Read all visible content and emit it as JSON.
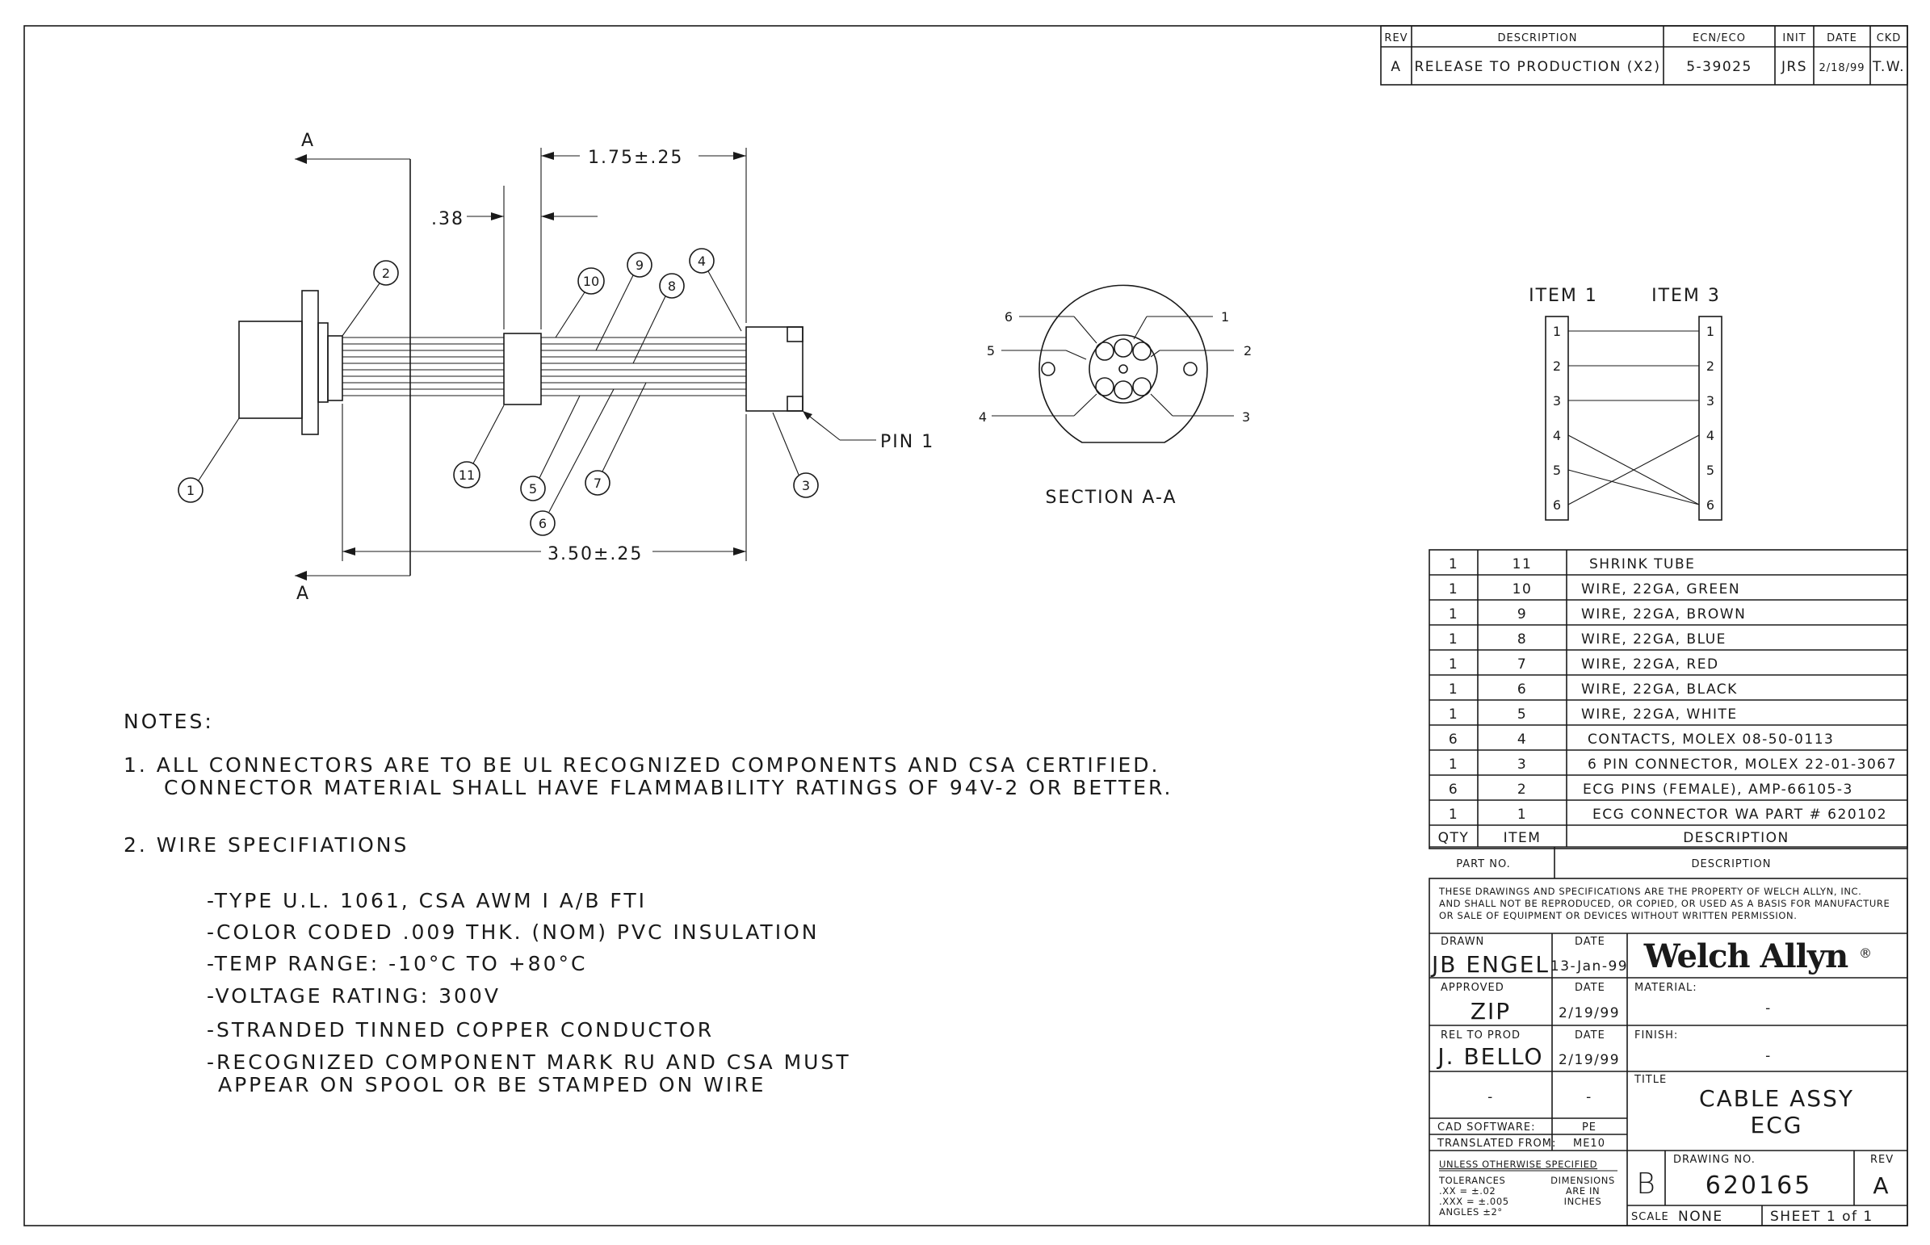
{
  "revision_block": {
    "headers": [
      "REV",
      "DESCRIPTION",
      "ECN/ECO",
      "INIT",
      "DATE",
      "CKD"
    ],
    "row": [
      "A",
      "RELEASE TO PRODUCTION (X2)",
      "5-39025",
      "JRS",
      "2/18/99",
      "T.W."
    ]
  },
  "side_view": {
    "section_marker_top": "A",
    "section_marker_bottom": "A",
    "dim_1": "1.75±.25",
    "dim_2": ".38",
    "dim_3": "3.50±.25",
    "pin_label": "PIN 1",
    "balloons": [
      "1",
      "2",
      "3",
      "4",
      "5",
      "6",
      "7",
      "8",
      "9",
      "10",
      "11"
    ]
  },
  "section_view": {
    "caption": "SECTION A-A",
    "pin_labels": [
      "1",
      "2",
      "3",
      "4",
      "5",
      "6"
    ]
  },
  "wiring": {
    "left_header": "ITEM 1",
    "right_header": "ITEM 3",
    "left_pins": [
      "1",
      "2",
      "3",
      "4",
      "5",
      "6"
    ],
    "right_pins": [
      "1",
      "2",
      "3",
      "4",
      "5",
      "6"
    ]
  },
  "notes": {
    "heading": "NOTES:",
    "note_1_line_1": "1. ALL CONNECTORS ARE TO BE UL RECOGNIZED COMPONENTS AND CSA CERTIFIED.",
    "note_1_line_2": "CONNECTOR MATERIAL SHALL HAVE FLAMMABILITY RATINGS OF 94V-2 OR BETTER.",
    "note_2": "2. WIRE SPECIFIATIONS",
    "specs": [
      "-TYPE U.L. 1061, CSA AWM I A/B FTI",
      "-COLOR CODED .009 THK. (NOM) PVC INSULATION",
      "-TEMP RANGE: -10°C TO +80°C",
      "-VOLTAGE RATING: 300V",
      "-STRANDED TINNED COPPER CONDUCTOR",
      "-RECOGNIZED COMPONENT MARK RU AND CSA MUST",
      "APPEAR ON SPOOL OR BE STAMPED ON WIRE"
    ]
  },
  "bom": {
    "rows": [
      {
        "qty": "1",
        "item": "11",
        "desc": "SHRINK TUBE"
      },
      {
        "qty": "1",
        "item": "10",
        "desc": "WIRE, 22GA, GREEN"
      },
      {
        "qty": "1",
        "item": "9",
        "desc": "WIRE, 22GA, BROWN"
      },
      {
        "qty": "1",
        "item": "8",
        "desc": "WIRE, 22GA, BLUE"
      },
      {
        "qty": "1",
        "item": "7",
        "desc": "WIRE, 22GA, RED"
      },
      {
        "qty": "1",
        "item": "6",
        "desc": "WIRE, 22GA, BLACK"
      },
      {
        "qty": "1",
        "item": "5",
        "desc": "WIRE, 22GA, WHITE"
      },
      {
        "qty": "6",
        "item": "4",
        "desc": "CONTACTS, MOLEX 08-50-0113"
      },
      {
        "qty": "1",
        "item": "3",
        "desc": "6 PIN CONNECTOR, MOLEX 22-01-3067"
      },
      {
        "qty": "6",
        "item": "2",
        "desc": "ECG PINS (FEMALE), AMP-66105-3"
      },
      {
        "qty": "1",
        "item": "1",
        "desc": "ECG CONNECTOR WA PART # 620102"
      }
    ],
    "header": {
      "qty": "QTY",
      "item": "ITEM",
      "desc": "DESCRIPTION"
    },
    "header2": {
      "part": "PART NO.",
      "desc": "DESCRIPTION"
    }
  },
  "title_block": {
    "proprietary_1": "THESE DRAWINGS AND SPECIFICATIONS ARE THE PROPERTY OF WELCH ALLYN, INC.",
    "proprietary_2": "AND SHALL NOT BE REPRODUCED, OR COPIED, OR USED AS A BASIS FOR MANUFACTURE",
    "proprietary_3": "OR SALE OF EQUIPMENT OR DEVICES WITHOUT WRITTEN PERMISSION.",
    "drawn_label": "DRAWN",
    "drawn_by": "JB ENGEL",
    "date_label": "DATE",
    "drawn_date": "13-Jan-99",
    "logo": "Welch Allyn",
    "logo_mark": "®",
    "approved_label": "APPROVED",
    "approved_by": "ZIP",
    "approved_date": "2/19/99",
    "material_label": "MATERIAL:",
    "material": "-",
    "rel_label": "REL TO PROD",
    "rel_by": "J. BELLO",
    "rel_date": "2/19/99",
    "finish_label": "FINISH:",
    "finish": "-",
    "blank_1": "-",
    "blank_2": "-",
    "title_label": "TITLE",
    "title_1": "CABLE ASSY",
    "title_2": "ECG",
    "cad_label": "CAD SOFTWARE:",
    "cad": "PE",
    "translated_label": "TRANSLATED FROM:",
    "translated": "ME10",
    "tol_heading": "UNLESS OTHERWISE SPECIFIED",
    "tol_1": "TOLERANCES",
    "tol_2": ".XX = ±.02",
    "tol_3": ".XXX = ±.005",
    "tol_4": "ANGLES ±2°",
    "dim_1": "DIMENSIONS",
    "dim_2": "ARE IN",
    "dim_3": "INCHES",
    "size": "B",
    "drawing_no_label": "DRAWING NO.",
    "drawing_no": "620165",
    "rev_label": "REV",
    "rev": "A",
    "scale_label": "SCALE",
    "scale": "NONE",
    "sheet": "SHEET 1 of 1"
  }
}
